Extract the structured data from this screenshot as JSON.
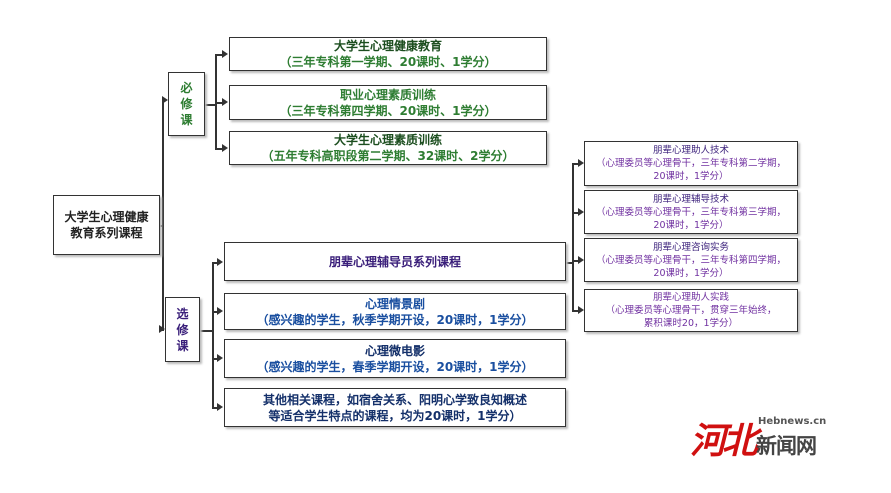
{
  "root": "大学生心理健康教育系列课程",
  "required": {
    "label": "必修课",
    "courses": [
      {
        "title": "大学生心理健康教育",
        "detail": "（三年专科第一学期、20课时、1学分）"
      },
      {
        "title": "职业心理素质训练",
        "detail": "（三年专科第四学期、20课时、1学分）"
      },
      {
        "title": "大学生心理素质训练",
        "detail": "（五年专科高职段第二学期、32课时、2学分）"
      }
    ]
  },
  "elective": {
    "label": "选修课",
    "courses": [
      {
        "title": "朋辈心理辅导员系列课程"
      },
      {
        "title": "心理情景剧",
        "detail": "（感兴趣的学生，秋季学期开设，20课时，1学分）"
      },
      {
        "title": "心理微电影",
        "detail": "（感兴趣的学生，春季学期开设，20课时，1学分）"
      },
      {
        "title": "其他相关课程，如宿舍关系、阳明心学致良知概述",
        "detail": "等适合学生特点的课程，均为20课时，1学分）"
      }
    ]
  },
  "peer": [
    {
      "title": "朋辈心理助人技术",
      "detail": "（心理委员等心理骨干，三年专科第二学期，",
      "detail2": "20课时，1学分）"
    },
    {
      "title": "朋辈心理辅导技术",
      "detail": "（心理委员等心理骨干，三年专科第三学期，",
      "detail2": "20课时，1学分）"
    },
    {
      "title": "朋辈心理咨询实务",
      "detail": "（心理委员等心理骨干，三年专科第四学期，",
      "detail2": "20课时，1学分）"
    },
    {
      "title": "朋辈心理助人实践",
      "detail": "（心理委员等心理骨干，贯穿三年始终，",
      "detail2": "累积课时20，1学分）"
    }
  ],
  "watermark": {
    "logo": "河北",
    "site": "Hebnews.cn",
    "name": "新闻网"
  }
}
